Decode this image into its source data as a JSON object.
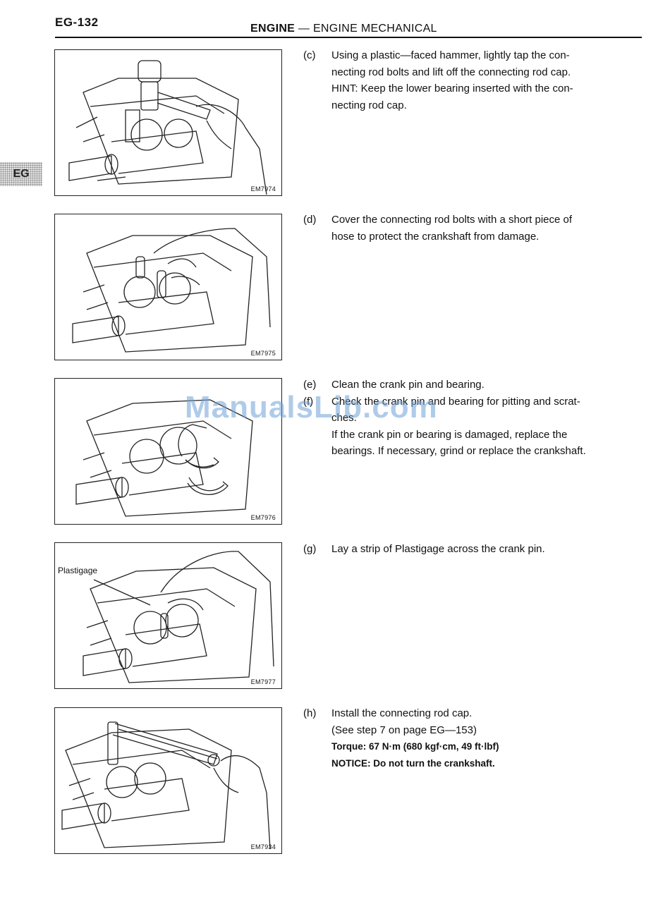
{
  "header": {
    "page_number": "EG-132",
    "section_bold": "ENGINE",
    "section_rest": " — ENGINE MECHANICAL",
    "side_tab": "EG"
  },
  "figures": [
    {
      "code": "EM7974"
    },
    {
      "code": "EM7975"
    },
    {
      "code": "EM7976"
    },
    {
      "code": "EM7977",
      "label": "Plastigage"
    },
    {
      "code": "EM7934"
    }
  ],
  "steps": {
    "c": {
      "marker": "(c)",
      "lines": [
        "Using a plastic—faced hammer, lightly tap the con-",
        "necting rod bolts and lift off the connecting rod cap.",
        "HINT: Keep the lower bearing inserted with the con-",
        "necting rod cap."
      ]
    },
    "d": {
      "marker": "(d)",
      "lines": [
        "Cover the connecting rod bolts with a short piece of",
        "hose to protect the crankshaft from damage."
      ]
    },
    "e": {
      "marker": "(e)",
      "line": "Clean the crank pin and bearing."
    },
    "f": {
      "marker": "(f)",
      "lines": [
        "Check the crank pin and bearing for pitting and scrat-",
        "ches.",
        "If the crank pin or bearing is damaged, replace the",
        "bearings. If necessary, grind or replace the crankshaft."
      ]
    },
    "g": {
      "marker": "(g)",
      "line": "Lay a strip of Plastigage across the crank pin."
    },
    "h": {
      "marker": "(h)",
      "lines": [
        "Install the connecting rod cap.",
        "(See step 7 on page EG—153)"
      ],
      "torque": "Torque: 67 N·m (680 kgf·cm, 49 ft·lbf)",
      "notice": "NOTICE: Do not turn the crankshaft."
    }
  },
  "watermark": "ManualsLib.com"
}
